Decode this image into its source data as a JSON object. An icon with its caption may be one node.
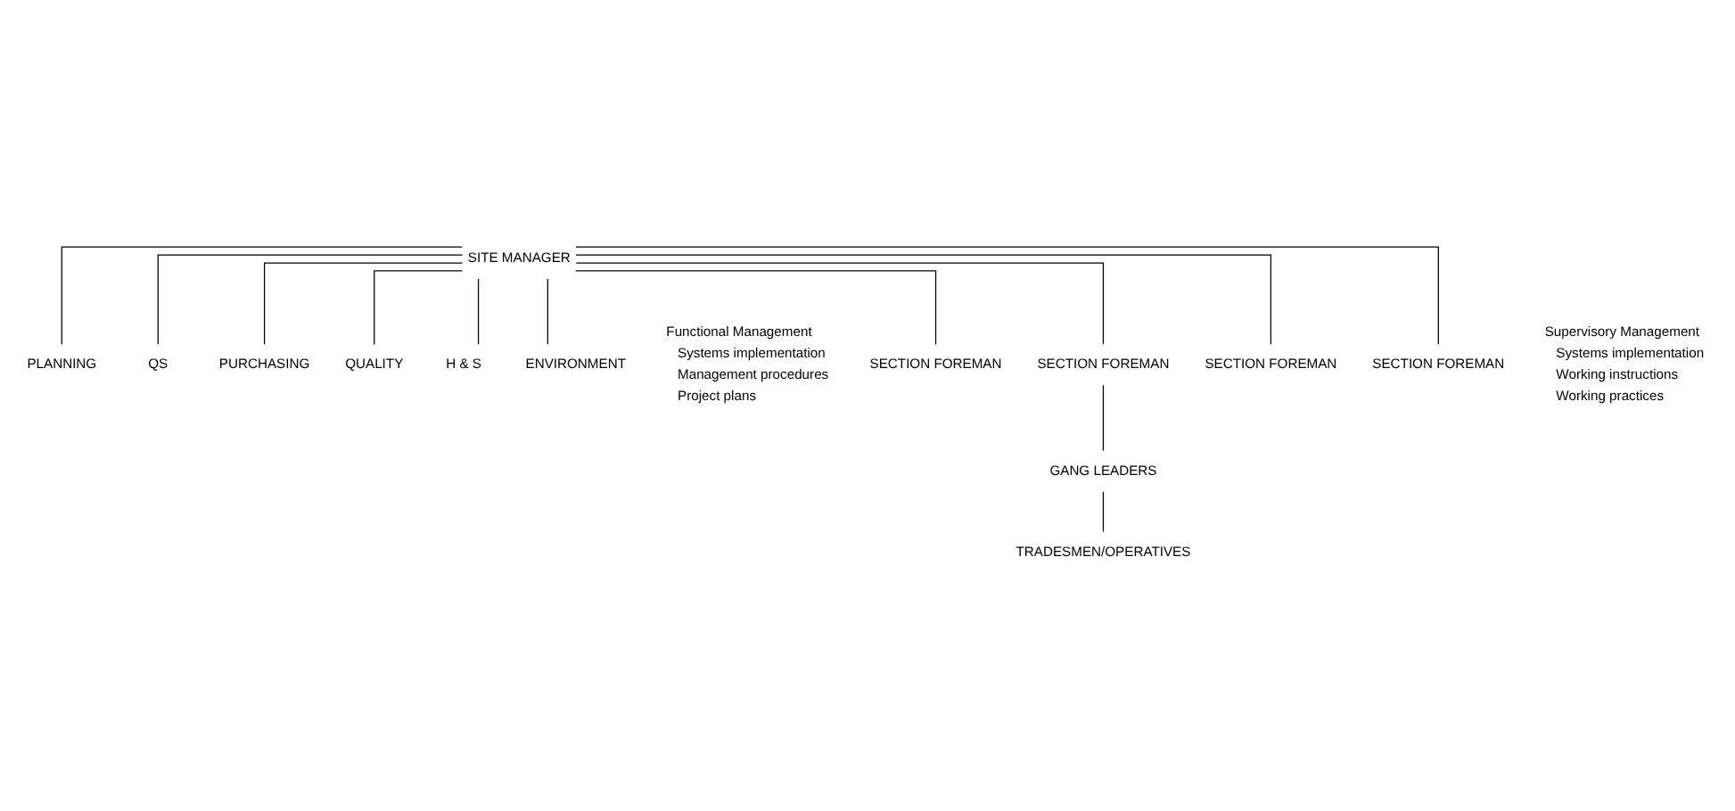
{
  "diagram": {
    "nodes": [
      {
        "text": [
          "SITE MANAGER"
        ]
      },
      {
        "text": [
          "PLANNING"
        ]
      },
      {
        "text": [
          "QS"
        ]
      },
      {
        "text": [
          "PURCHASING"
        ]
      },
      {
        "text": [
          "QUALITY"
        ]
      },
      {
        "text": [
          "H & S"
        ]
      },
      {
        "text": [
          "ENVIRONMENT"
        ]
      },
      {
        "text": [
          "SECTION FOREMAN"
        ]
      },
      {
        "text": [
          "SECTION FOREMAN"
        ]
      },
      {
        "text": [
          "SECTION FOREMAN"
        ]
      },
      {
        "text": [
          "SECTION FOREMAN"
        ]
      },
      {
        "text": [
          "GANG LEADERS"
        ]
      },
      {
        "text": [
          "TRADESMEN/OPERATIVES"
        ]
      }
    ],
    "edges": [
      {
        "from": 0,
        "to": 1,
        "arrow": "none"
      },
      {
        "from": 0,
        "to": 2,
        "arrow": "none"
      },
      {
        "from": 0,
        "to": 3,
        "arrow": "none"
      },
      {
        "from": 0,
        "to": 4,
        "arrow": "none"
      },
      {
        "from": 0,
        "to": 5,
        "arrow": "none"
      },
      {
        "from": 0,
        "to": 6,
        "arrow": "none"
      },
      {
        "from": 0,
        "to": 7,
        "arrow": "none"
      },
      {
        "from": 0,
        "to": 8,
        "arrow": "none"
      },
      {
        "from": 0,
        "to": 9,
        "arrow": "none"
      },
      {
        "from": 0,
        "to": 10,
        "arrow": "none"
      },
      {
        "from": 8,
        "to": 11,
        "arrow": "none"
      },
      {
        "from": 11,
        "to": 12,
        "arrow": "none"
      }
    ],
    "labels": [
      "Functional Management",
      "Systems implementation",
      "Management procedures",
      "Project plans",
      "Supervisory Management",
      "Systems implementation",
      "Working instructions",
      "Working practices"
    ]
  }
}
